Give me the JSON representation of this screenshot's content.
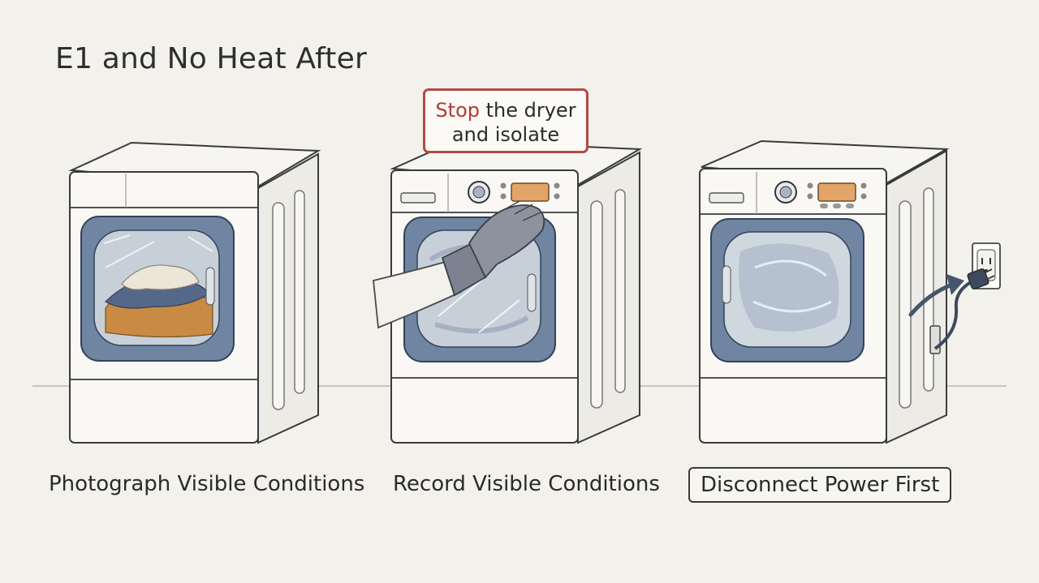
{
  "title": "E1 and No Heat After",
  "callout": {
    "stop": "Stop",
    "line1_rest": " the dryer",
    "line2": "and isolate"
  },
  "panels": [
    {
      "caption": "Photograph Visible Conditions"
    },
    {
      "caption": "Record Visible Conditions"
    },
    {
      "caption": "Disconnect Power First"
    }
  ],
  "colors": {
    "background": "#f3f1ec",
    "door_blue": "#6f85a1",
    "callout_border": "#b24a45",
    "display_orange": "#e3a46a",
    "laundry_orange": "#c98a43"
  },
  "icons": [
    "dryer-icon",
    "gloved-hand-icon",
    "power-outlet-icon",
    "plug-icon",
    "arrow-icon"
  ]
}
